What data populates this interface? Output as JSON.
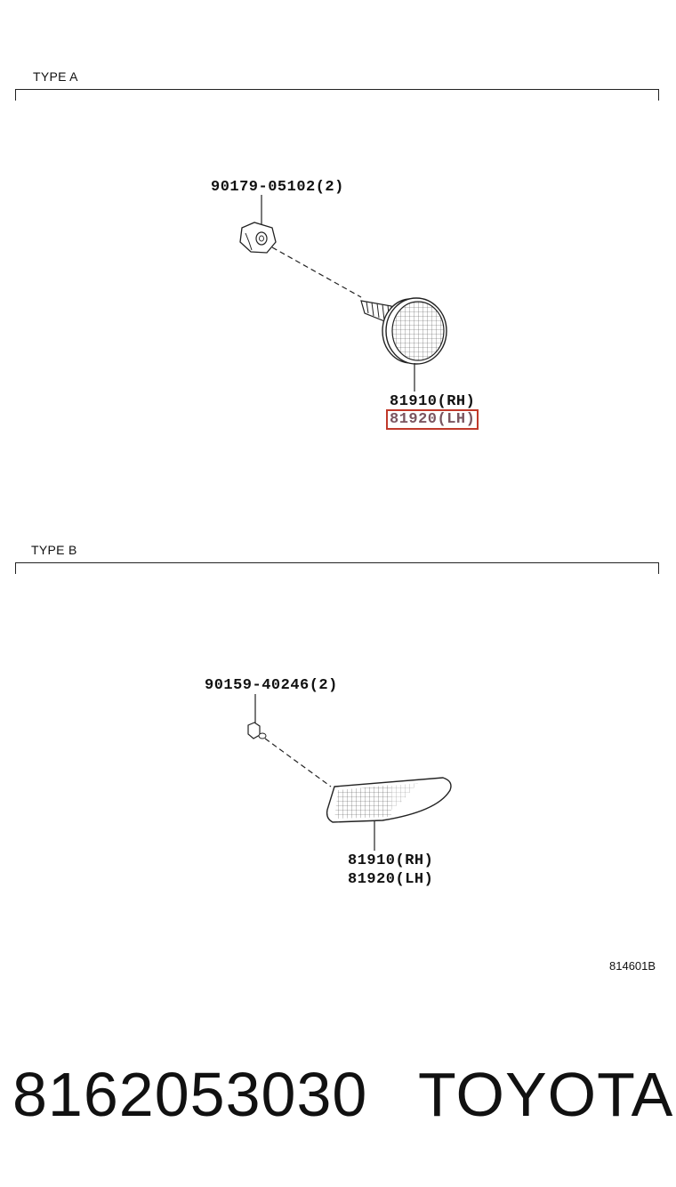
{
  "type_a": {
    "title": "TYPE A",
    "nut_label": "90179-05102(2)",
    "lamp_label_rh": "81910(RH)",
    "lamp_label_lh": "81920(LH)"
  },
  "type_b": {
    "title": "TYPE B",
    "screw_label": "90159-40246(2)",
    "lamp_label_rh": "81910(RH)",
    "lamp_label_lh": "81920(LH)"
  },
  "diagram_ref": "814601B",
  "footer": {
    "part_number": "8162053030",
    "brand": "TOYOTA"
  },
  "highlight_color": "#c0392b"
}
